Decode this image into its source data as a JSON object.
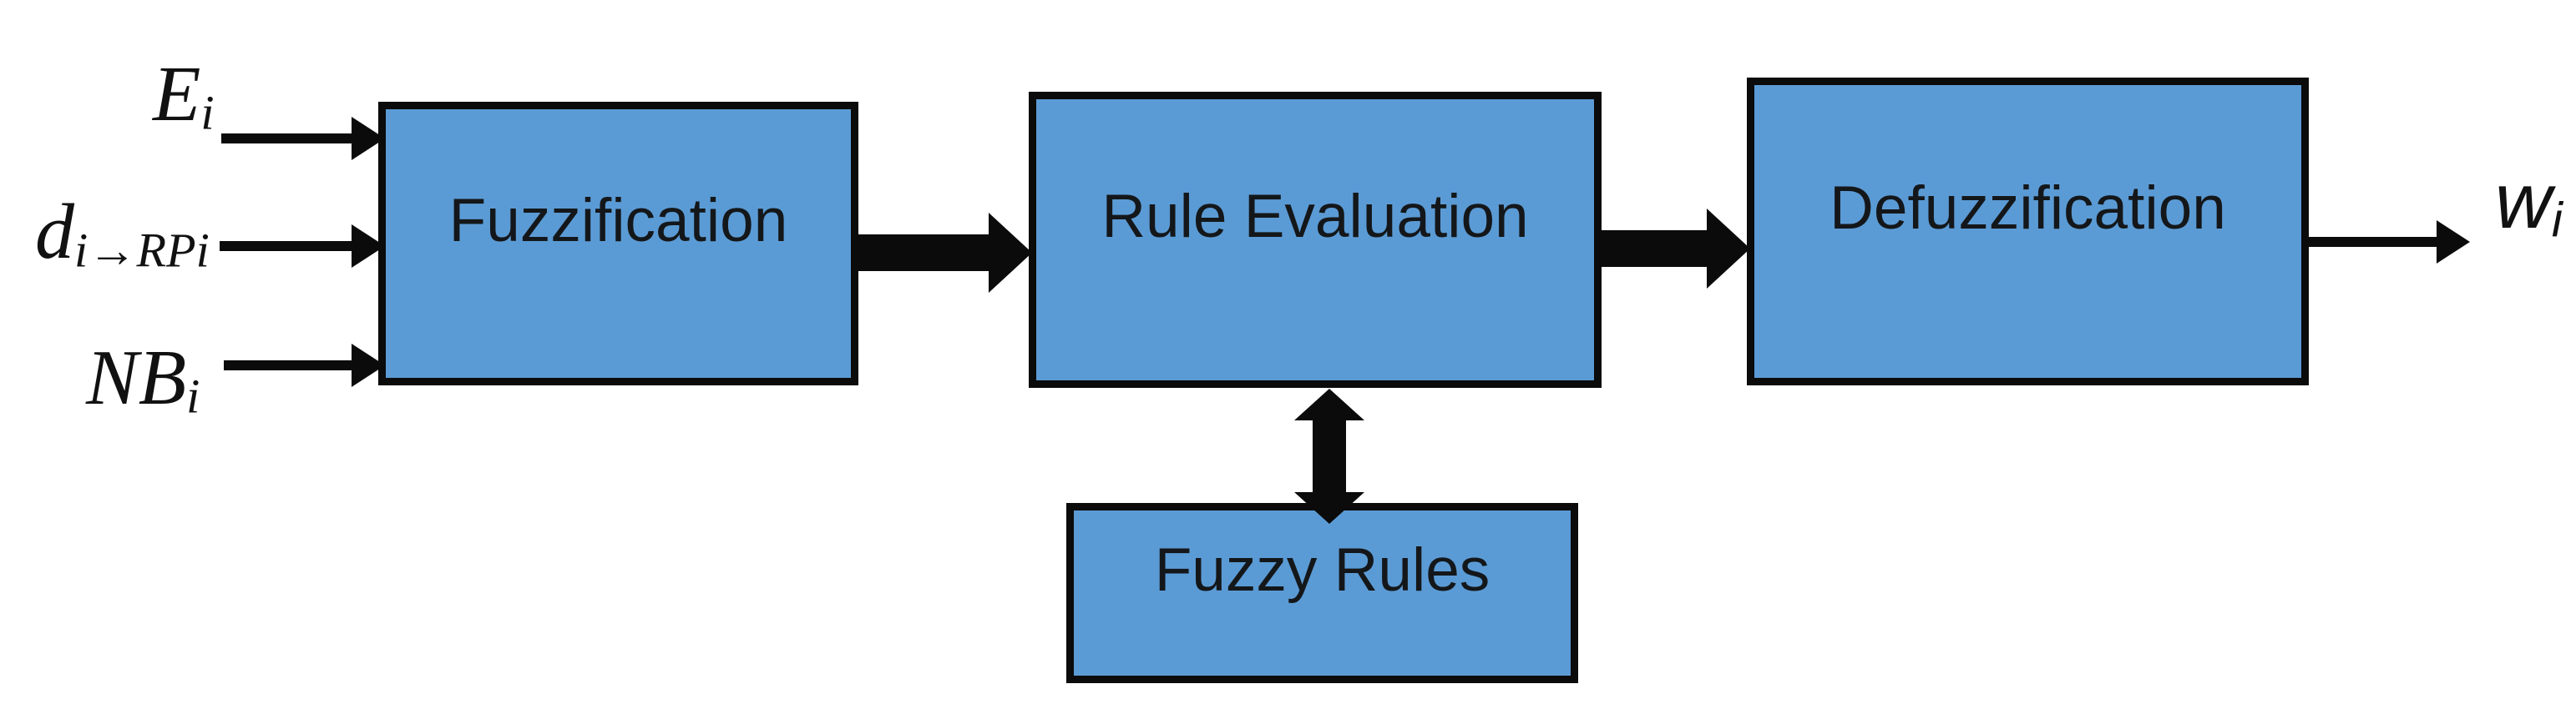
{
  "diagram": {
    "title": "Fuzzy logic system block diagram",
    "blocks": [
      {
        "id": "fuzzification",
        "label": "Fuzzification"
      },
      {
        "id": "rule-evaluation",
        "label": "Rule Evaluation"
      },
      {
        "id": "defuzzification",
        "label": "Defuzzification"
      },
      {
        "id": "fuzzy-rules",
        "label": "Fuzzy Rules"
      }
    ],
    "inputs": [
      {
        "base": "E",
        "sub": "i"
      },
      {
        "base": "d",
        "sub": "i→RPi"
      },
      {
        "base": "NB",
        "sub": "i"
      }
    ],
    "output": {
      "base": "w",
      "sub": "i"
    },
    "connections": [
      {
        "from": "inputs",
        "to": "fuzzification",
        "style": "thin-arrow"
      },
      {
        "from": "fuzzification",
        "to": "rule-evaluation",
        "style": "thick-arrow"
      },
      {
        "from": "rule-evaluation",
        "to": "defuzzification",
        "style": "thick-arrow"
      },
      {
        "from": "rule-evaluation",
        "to": "fuzzy-rules",
        "style": "thick-double-arrow"
      },
      {
        "from": "defuzzification",
        "to": "output",
        "style": "thin-arrow"
      }
    ],
    "colors": {
      "block_fill": "#5b9bd5",
      "block_border": "#0b0b0b",
      "arrow": "#0b0b0b",
      "label_text": "#14171a",
      "background": "#ffffff"
    }
  }
}
